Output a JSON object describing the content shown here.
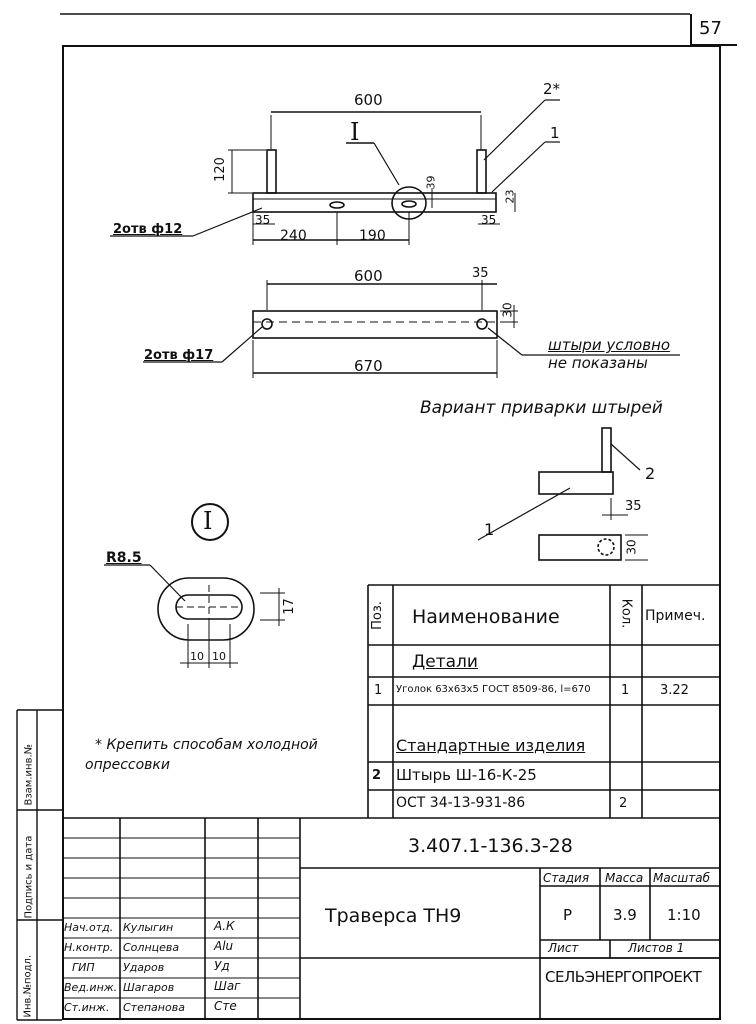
{
  "sheet_number": "57",
  "drawing": {
    "top_view": {
      "dim_overall_600": "600",
      "dim_height_120": "120",
      "dim_39": "39",
      "dim_23": "23",
      "dim_35_left": "35",
      "dim_35_right": "35",
      "dim_240": "240",
      "dim_190": "190",
      "callout_detail": "I",
      "callout_2": "2*",
      "callout_1": "1",
      "hole_label": "2отв ф12"
    },
    "plan_view": {
      "dim_600": "600",
      "dim_35": "35",
      "dim_30": "30",
      "dim_670": "670",
      "hole_label": "2отв ф17",
      "note_line1": "штыри условно",
      "note_line2": "не показаны"
    },
    "variant": {
      "title": "Вариант приварки штырей",
      "callout_2": "2",
      "callout_1": "1",
      "dim_35": "35",
      "dim_30": "30"
    },
    "detail": {
      "label": "I",
      "radius": "R8.5",
      "dim_17": "17",
      "dim_10a": "10",
      "dim_10b": "10"
    },
    "note": {
      "line1": "* Крепить способам холодной",
      "line2": "опрессовки"
    }
  },
  "spec_table": {
    "headers": {
      "pos": "Поз.",
      "name": "Наименование",
      "qty": "Кол.",
      "note": "Примеч."
    },
    "section_details": "Детали",
    "row1": {
      "pos": "1",
      "name": "Уголок 63x63x5 ГОСТ 8509-86, l=670",
      "qty": "1",
      "note": "3.22"
    },
    "section_standard": "Стандартные изделия",
    "row2": {
      "pos": "2",
      "name": "Штырь Ш-16-К-25"
    },
    "row2b": {
      "name": "ОСТ 34-13-931-86",
      "qty": "2"
    }
  },
  "side_stamp": {
    "col1": "Инв.№подл.",
    "col2": "Подпись и дата",
    "col3": "Взам.инв.№"
  },
  "title_block": {
    "doc_code": "3.407.1-136.3-28",
    "title": "Траверса ТН9",
    "stage_label": "Стадия",
    "mass_label": "Масса",
    "scale_label": "Масштаб",
    "stage": "Р",
    "mass": "3.9",
    "scale": "1:10",
    "sheet_label": "Лист",
    "sheets_label": "Листов 1",
    "org": "СЕЛЬЭНЕРГОПРОЕКТ",
    "people": [
      {
        "role": "Нач.отд.",
        "name": "Кулыгин",
        "sign": "А.К"
      },
      {
        "role": "Н.контр.",
        "name": "Солнцева",
        "sign": "Alu"
      },
      {
        "role": "ГИП",
        "name": "Ударов",
        "sign": "Уд"
      },
      {
        "role": "Вед.инж.",
        "name": "Шагаров",
        "sign": "Шаг"
      },
      {
        "role": "Ст.инж.",
        "name": "Степанова",
        "sign": "Сте"
      }
    ]
  }
}
